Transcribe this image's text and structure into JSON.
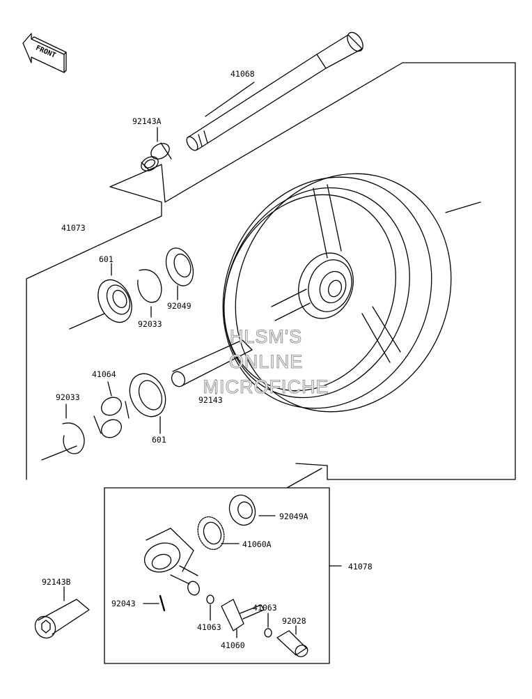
{
  "diagram": {
    "front_label": "FRONT",
    "parts": {
      "axle": "41068",
      "collar_a": "92143A",
      "wheel_assy": "41073",
      "bearing_upper": "601",
      "seal_upper": "92049",
      "circlip_upper": "92033",
      "hub_spacer": "41064",
      "circlip_lower": "92033",
      "bearing_lower": "601",
      "distance_collar": "92143",
      "seal_a": "92049A",
      "gear_a": "41060A",
      "gear_housing": "41078",
      "collar_b": "92143B",
      "pin": "92043",
      "washer_left": "41063",
      "washer_right": "41063",
      "pinion": "41060",
      "bushing": "92028"
    },
    "watermark": [
      "HLSM'S",
      "ONLINE",
      "MICROFICHE"
    ]
  }
}
